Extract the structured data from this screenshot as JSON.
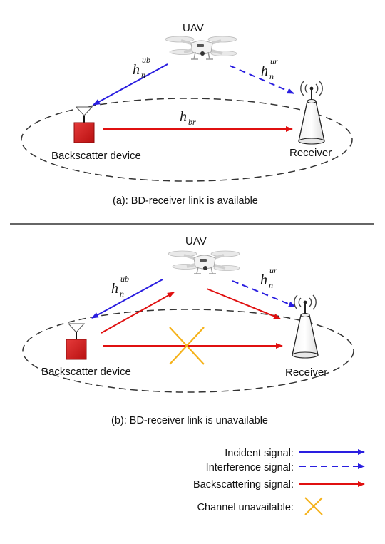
{
  "panel_a": {
    "uav_label": "UAV",
    "h_ub": {
      "base": "h",
      "sup": "ub",
      "sub": "n"
    },
    "h_ur": {
      "base": "h",
      "sup": "ur",
      "sub": "n"
    },
    "h_br": {
      "base": "h",
      "sub": "br"
    },
    "backscatter_label": "Backscatter device",
    "receiver_label": "Receiver",
    "caption": "(a): BD-receiver link is available"
  },
  "panel_b": {
    "uav_label": "UAV",
    "h_ub": {
      "base": "h",
      "sup": "ub",
      "sub": "n"
    },
    "h_ur": {
      "base": "h",
      "sup": "ur",
      "sub": "n"
    },
    "backscatter_label": "Backscatter device",
    "receiver_label": "Receiver",
    "caption": "(b): BD-receiver link is unavailable"
  },
  "legend": {
    "incident": "Incident signal:",
    "interference": "Interference signal:",
    "backscattering": "Backscattering  signal:",
    "unavailable": "Channel unavailable:"
  },
  "colors": {
    "incident": "#2a1ee0",
    "interference": "#2a1ee0",
    "backscattering": "#e01010",
    "unavailable": "#f5b21a",
    "device": "#d91f1f"
  },
  "icons": {
    "uav": "drone-icon",
    "receiver": "receiver-tower-icon",
    "device": "backscatter-device-icon"
  }
}
